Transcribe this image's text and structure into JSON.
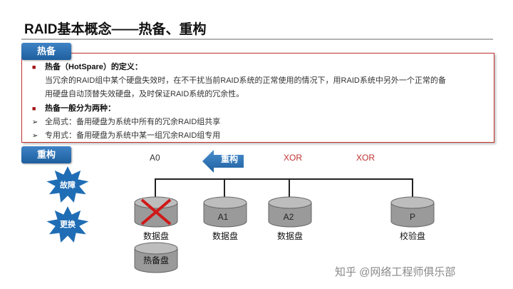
{
  "slide": {
    "title": "RAID基本概念——热备、重构"
  },
  "hotspare": {
    "tag": "热备",
    "heading": "热备（HotSpare）的定义：",
    "definition_line1": "当冗余的RAID组中某个硬盘失效时，在不干扰当前RAID系统的正常使用的情况下，用RAID系统中另外一个正常的备",
    "definition_line2": "用硬盘自动顶替失效硬盘，及时保证RAID系统的冗余性。",
    "types_heading": "热备一般分为两种：",
    "types": [
      "全局式：备用硬盘为系统中所有的冗余RAID组共享",
      "专用式：备用硬盘为系统中某一组冗余RAID组专用"
    ]
  },
  "rebuild": {
    "tag": "重构",
    "arrow_label": "重构",
    "top_labels": [
      "A0",
      "XOR",
      "XOR"
    ],
    "bursts": [
      "故障",
      "更换"
    ],
    "disks": [
      {
        "label": "",
        "caption": "数据盘",
        "failed": true
      },
      {
        "label": "A1",
        "caption": "数据盘",
        "failed": false
      },
      {
        "label": "A2",
        "caption": "数据盘",
        "failed": false
      },
      {
        "label": "P",
        "caption": "校验盘",
        "failed": false
      }
    ],
    "spare_disk": {
      "label": "热备盘"
    }
  },
  "watermark": "知乎 @网络工程师俱乐部",
  "colors": {
    "accent_red": "#c03030",
    "tag_blue": "#2a6db0",
    "disk_gray": "#9a9a9a"
  }
}
